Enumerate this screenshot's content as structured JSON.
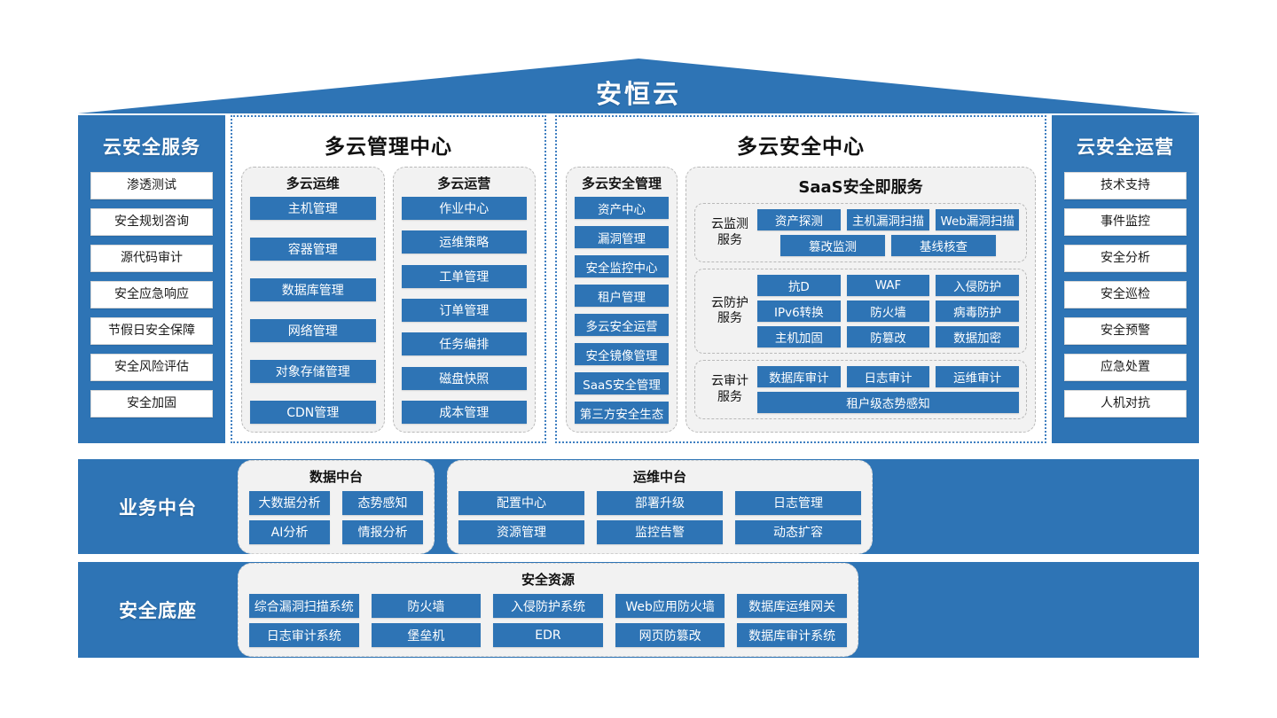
{
  "roof": {
    "title": "安恒云"
  },
  "colors": {
    "brand_blue": "#2e74b5",
    "panel_gray": "#f2f2f2",
    "dash_blue": "#3f7fc1"
  },
  "left_column": {
    "title": "云安全服务",
    "items": [
      "渗透测试",
      "安全规划咨询",
      "源代码审计",
      "安全应急响应",
      "节假日安全保障",
      "安全风险评估",
      "安全加固"
    ]
  },
  "right_column": {
    "title": "云安全运营",
    "items": [
      "技术支持",
      "事件监控",
      "安全分析",
      "安全巡检",
      "安全预警",
      "应急处置",
      "人机对抗"
    ]
  },
  "multicloud_mgmt": {
    "title": "多云管理中心",
    "groups": [
      {
        "title": "多云运维",
        "items": [
          "主机管理",
          "容器管理",
          "数据库管理",
          "网络管理",
          "对象存储管理",
          "CDN管理"
        ]
      },
      {
        "title": "多云运营",
        "items": [
          "作业中心",
          "运维策略",
          "工单管理",
          "订单管理",
          "任务编排",
          "磁盘快照",
          "成本管理"
        ]
      }
    ]
  },
  "multicloud_sec": {
    "title": "多云安全中心",
    "sec_mgmt": {
      "title": "多云安全管理",
      "items": [
        "资产中心",
        "漏洞管理",
        "安全监控中心",
        "租户管理",
        "多云安全运营",
        "安全镜像管理",
        "SaaS安全管理",
        "第三方安全生态"
      ]
    },
    "saas": {
      "title": "SaaS安全即服务",
      "rows": [
        {
          "label": "云监测\n服务",
          "label_l1": "云监测",
          "label_l2": "服务",
          "line1": [
            "资产探测",
            "主机漏洞扫描",
            "Web漏洞扫描"
          ],
          "line2": [
            "篡改监测",
            "基线核查"
          ]
        },
        {
          "label_l1": "云防护",
          "label_l2": "服务",
          "line1": [
            "抗D",
            "WAF",
            "入侵防护"
          ],
          "line2": [
            "IPv6转换",
            "防火墙",
            "病毒防护"
          ],
          "line3": [
            "主机加固",
            "防篡改",
            "数据加密"
          ]
        },
        {
          "label_l1": "云审计",
          "label_l2": "服务",
          "line1": [
            "数据库审计",
            "日志审计",
            "运维审计"
          ],
          "line2": [
            "租户级态势感知"
          ]
        }
      ]
    }
  },
  "business_midend": {
    "label": "业务中台",
    "panels": [
      {
        "title": "数据中台",
        "rows": [
          [
            "大数据分析",
            "态势感知"
          ],
          [
            "AI分析",
            "情报分析"
          ]
        ]
      },
      {
        "title": "运维中台",
        "rows": [
          [
            "配置中心",
            "部署升级",
            "日志管理"
          ],
          [
            "资源管理",
            "监控告警",
            "动态扩容"
          ]
        ]
      }
    ]
  },
  "security_base": {
    "label": "安全底座",
    "panel": {
      "title": "安全资源",
      "rows": [
        [
          "综合漏洞扫描系统",
          "防火墙",
          "入侵防护系统",
          "Web应用防火墙",
          "数据库运维网关"
        ],
        [
          "日志审计系统",
          "堡垒机",
          "EDR",
          "网页防篡改",
          "数据库审计系统"
        ]
      ]
    }
  }
}
